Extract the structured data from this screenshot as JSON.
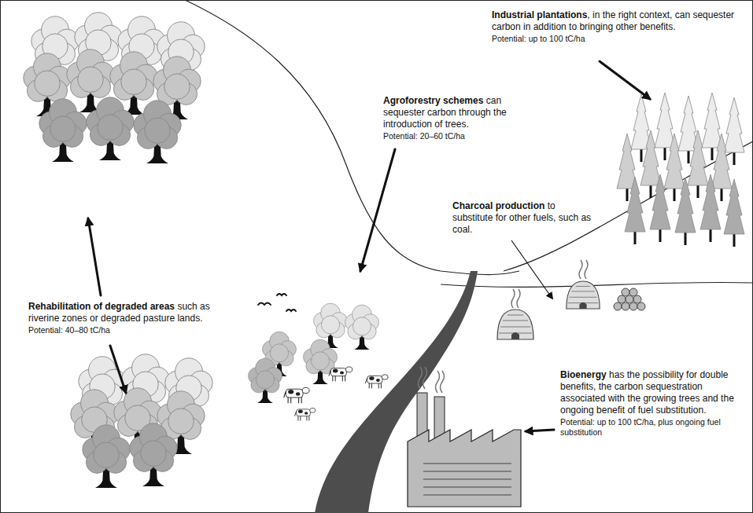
{
  "diagram": {
    "labels": [
      "Industrial plantations",
      ", in the right context, can sequester carbon in addition to bringing other benefits.",
      "Potential: up to 100 tC/ha",
      "Agroforestry schemes",
      "can sequester carbon through the introduction of trees.",
      "Potential: 20–60 tC/ha",
      "Rehabilitation of degraded areas",
      "such as riverine zones or degraded pasture lands.",
      "Potential: 40–80 tC/ha",
      "Charcoal production",
      "to substitute for other fuels, such as coal.",
      "Bioenergy",
      "has the possibility for double benefits, the carbon sequestration associated with the growing trees and the ongoing benefit of fuel substitution.",
      "Potential: up to 100 tC/ha, plus ongoing fuel substitution"
    ]
  }
}
